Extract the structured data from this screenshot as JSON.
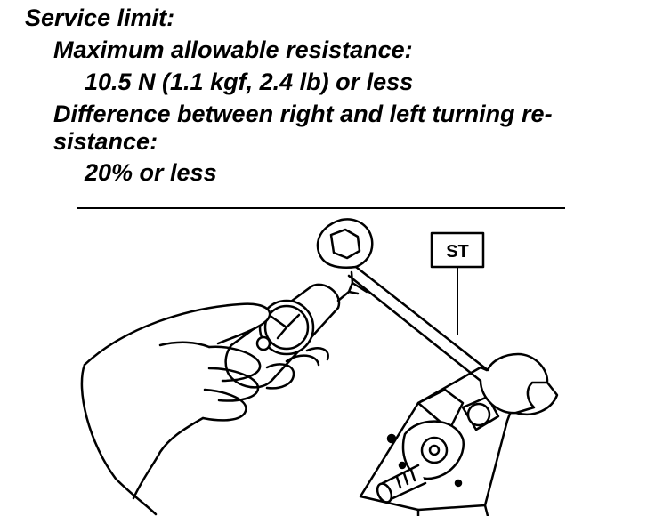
{
  "document": {
    "lines": [
      "Service limit:",
      "Maximum allowable resistance:",
      "10.5 N (1.1 kgf, 2.4 lb) or less",
      "Difference between right and left turning re-",
      "sistance:",
      "20% or less"
    ]
  },
  "illustration": {
    "callout_label": "ST"
  }
}
